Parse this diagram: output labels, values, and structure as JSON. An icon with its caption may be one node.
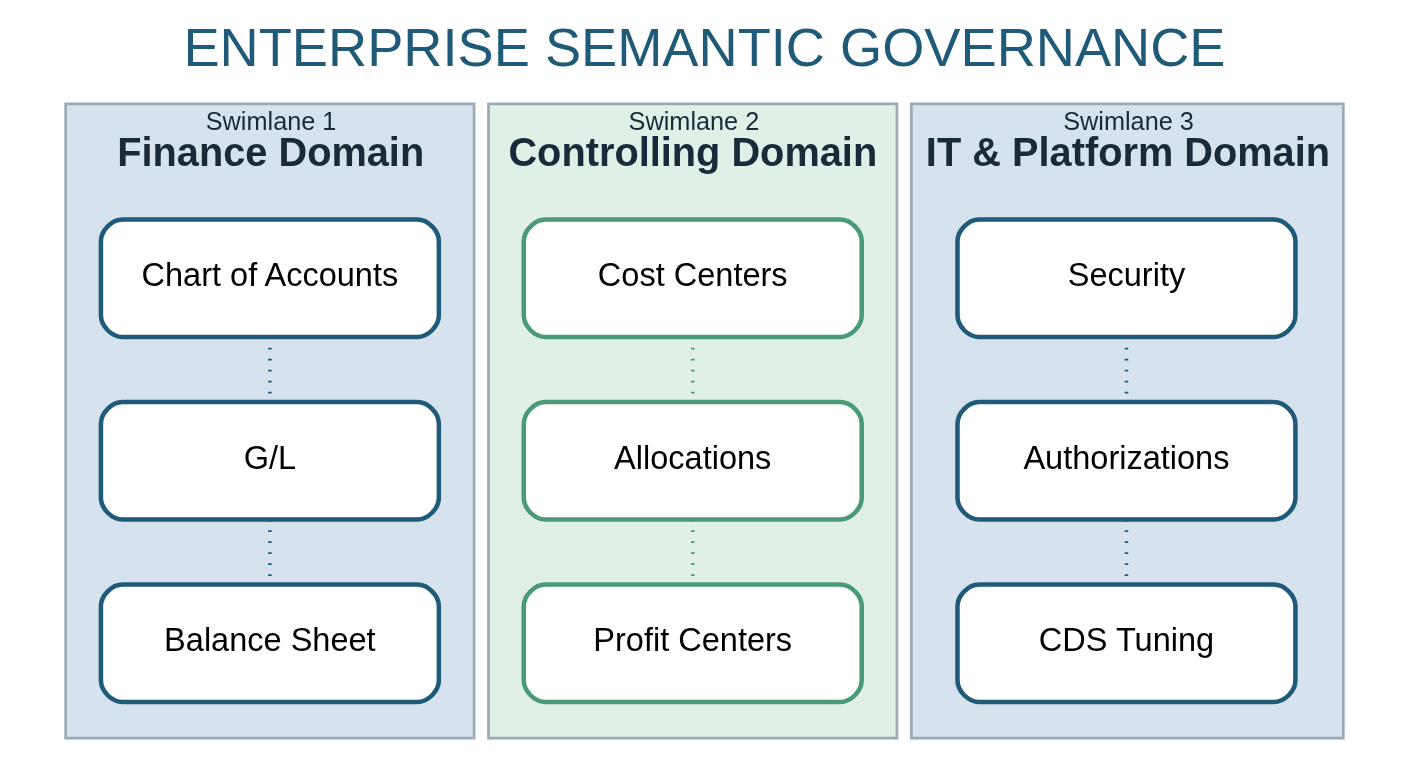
{
  "diagram": {
    "title": "ENTERPRISE SEMANTIC GOVERNANCE",
    "nodes": [
      {
        "text": [
          "Swimlane 1",
          "Finance Domain"
        ]
      },
      {
        "text": [
          "Chart of Accounts"
        ],
        "in": 0
      },
      {
        "text": [
          "G/L"
        ],
        "in": 0
      },
      {
        "text": [
          "Balance Sheet"
        ],
        "in": 0
      },
      {
        "text": [
          "Swimlane 2",
          "Controlling Domain"
        ]
      },
      {
        "text": [
          "Cost Centers"
        ],
        "in": 4
      },
      {
        "text": [
          "Allocations"
        ],
        "in": 4
      },
      {
        "text": [
          "Profit Centers"
        ],
        "in": 4
      },
      {
        "text": [
          "Swimlane 3",
          "IT & Platform Domain"
        ]
      },
      {
        "text": [
          "Security"
        ],
        "in": 8
      },
      {
        "text": [
          "Authorizations"
        ],
        "in": 8
      },
      {
        "text": [
          "CDS Tuning"
        ],
        "in": 8
      }
    ],
    "edges": [
      {
        "from": 1,
        "to": 2,
        "arrow": "none",
        "style": "dashed"
      },
      {
        "from": 2,
        "to": 3,
        "arrow": "none",
        "style": "dashed"
      },
      {
        "from": 5,
        "to": 6,
        "arrow": "none",
        "style": "dashed",
        "color": "#4a9a7a"
      },
      {
        "from": 6,
        "to": 7,
        "arrow": "none",
        "style": "dashed",
        "color": "#4a9a7a"
      },
      {
        "from": 9,
        "to": 10,
        "arrow": "none",
        "style": "dashed"
      },
      {
        "from": 10,
        "to": 11,
        "arrow": "none",
        "style": "dashed"
      }
    ]
  }
}
